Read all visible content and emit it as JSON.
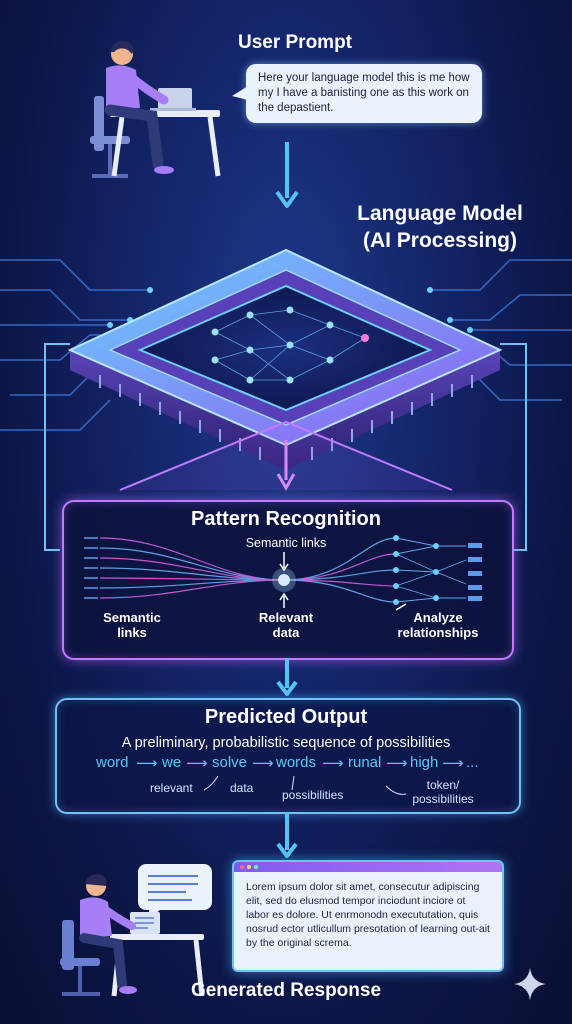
{
  "user_prompt": {
    "title": "User Prompt",
    "bubble_text": "Here your language model this is me how my I have a banisting one as this work on the depastient."
  },
  "language_model": {
    "title_line1": "Language Model",
    "title_line2": "(AI Processing)"
  },
  "pattern_recognition": {
    "title": "Pattern Recognition",
    "semantic_links_top": "Semantic links",
    "left_label": "Semantic\nlinks",
    "center_label": "Relevant\ndata",
    "right_label": "Analyze\nrelationships"
  },
  "predicted_output": {
    "title": "Predicted Output",
    "subtitle": "A preliminary, probabilistic sequence of possibilities",
    "tokens": [
      "word",
      "we",
      "solve",
      "words",
      "runal",
      "high",
      "..."
    ],
    "annotations": [
      "relevant",
      "data",
      "possibilities",
      "token/\npossibilities"
    ]
  },
  "generated_response": {
    "title": "Generated Response",
    "text": "Lorem ipsum dolor sit amet, consecutur adipiscing elit, sed do elusmod tempor inciodunt inciore ot labor es dolore. Ut enrmonodn execututation, quis nosrud ector utlicullum presotation of learning out-ait by the original screma."
  },
  "colors": {
    "accent_blue": "#55c4f5",
    "accent_purple": "#b46bff",
    "background": "#14266b"
  }
}
